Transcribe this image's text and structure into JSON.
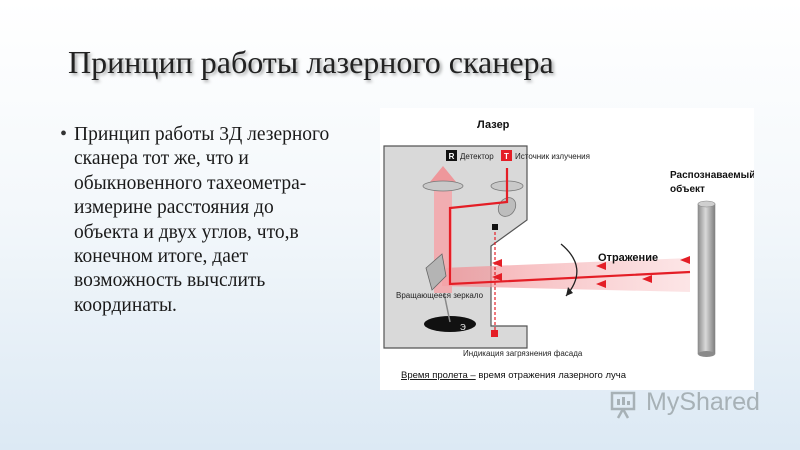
{
  "slide": {
    "title": "Принцип работы лазерного сканера",
    "bullet": "•",
    "lines": [
      "Принцип работы 3Д лезерного",
      "сканера тот же, что и",
      "обыкновенного тахеометра-",
      "измерине расстояния до",
      "объекта и двух  углов, что,в",
      "конечном итоге, дает",
      "возможность вычслить",
      "координаты."
    ]
  },
  "figure": {
    "laser_label": "Лазер",
    "r_badge": "R",
    "t_badge": "T",
    "detector_label": "Детектор",
    "source_label": "Источник излучения",
    "object_label_1": "Распознаваемый",
    "object_label_2": "объект",
    "reflection_label": "Отражение",
    "mirror_label": "Вращающееся зеркало",
    "e_mark": "Э",
    "indicator_label": "Индикация загрязнения фасада",
    "caption_underlined": "Время пролета –",
    "caption_rest": " время отражения лазерного луча"
  },
  "watermark": {
    "text": "MyShared",
    "dot": "."
  },
  "colors": {
    "beam": "#e41e26",
    "beam_fill": "#f6b0b3",
    "housing": "#dcdcdc",
    "object": "#bdbdbd"
  }
}
